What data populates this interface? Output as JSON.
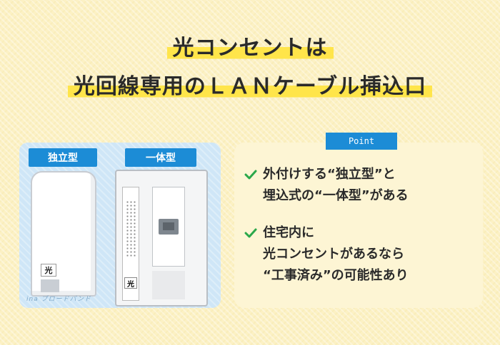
{
  "title": {
    "line1": "光コンセントは",
    "line2": "光回線専用のＬＡＮケーブル挿込口"
  },
  "illustration": {
    "tag_standalone": "独立型",
    "tag_integrated": "一体型",
    "standalone_label": "光",
    "integrated_label": "光",
    "brand_text": "ina ブロードバンド"
  },
  "info": {
    "point_label": "Point",
    "items": [
      {
        "lines": [
          "外付けする“独立型”と",
          "埋込式の“一体型”がある"
        ]
      },
      {
        "lines": [
          "住宅内に",
          "光コンセントがあるなら",
          "“工事済み”の可能性あり"
        ]
      }
    ]
  },
  "colors": {
    "background": "#fcf1c4",
    "highlight": "#ffe54a",
    "accent_blue": "#1c8cd6",
    "check_green": "#2aa84a"
  }
}
